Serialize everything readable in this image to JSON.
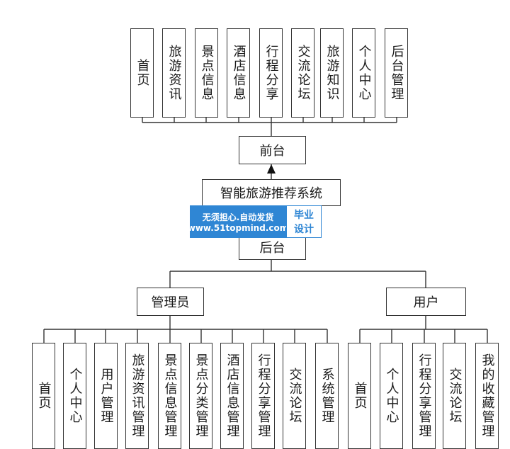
{
  "diagram": {
    "front_modules": [
      "首页",
      "旅游资讯",
      "景点信息",
      "酒店信息",
      "行程分享",
      "交流论坛",
      "旅游知识",
      "个人中心",
      "后台管理"
    ],
    "front_label": "前台",
    "system_title": "智能旅游推荐系统",
    "back_label": "后台",
    "admin_label": "管理员",
    "user_label": "用户",
    "admin_modules": [
      "首页",
      "个人中心",
      "用户管理",
      "旅游资讯管理",
      "景点信息管理",
      "景点分类管理",
      "酒店信息管理",
      "行程分享管理",
      "交流论坛",
      "系统管理"
    ],
    "user_modules": [
      "首页",
      "个人中心",
      "行程分享管理",
      "交流论坛",
      "我的收藏管理"
    ]
  },
  "watermark": {
    "line1": "无须担心.自动发货",
    "line2": "www.51topmind.com",
    "badge1": "毕业",
    "badge2": "设计"
  },
  "colors": {
    "line": "#333333",
    "watermark": "#2f86d4"
  }
}
